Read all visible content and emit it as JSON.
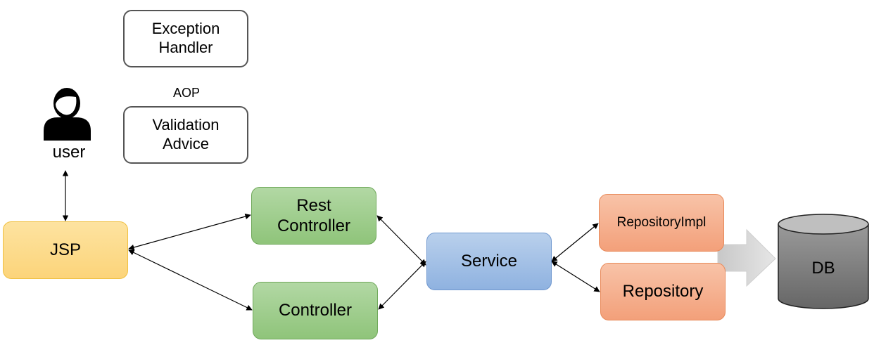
{
  "user": {
    "label": "user"
  },
  "aop": {
    "label": "AOP",
    "exception_handler": "Exception\nHandler",
    "validation_advice": "Validation\nAdvice"
  },
  "layers": {
    "jsp": "JSP",
    "rest_controller": "Rest\nController",
    "controller": "Controller",
    "service": "Service",
    "repository_impl": "RepositoryImpl",
    "repository": "Repository",
    "db": "DB"
  },
  "colors": {
    "jsp": "#fcd47a",
    "controller": "#8fc47a",
    "service": "#8fb2e0",
    "repository": "#f3a07a",
    "db": "#808080"
  }
}
